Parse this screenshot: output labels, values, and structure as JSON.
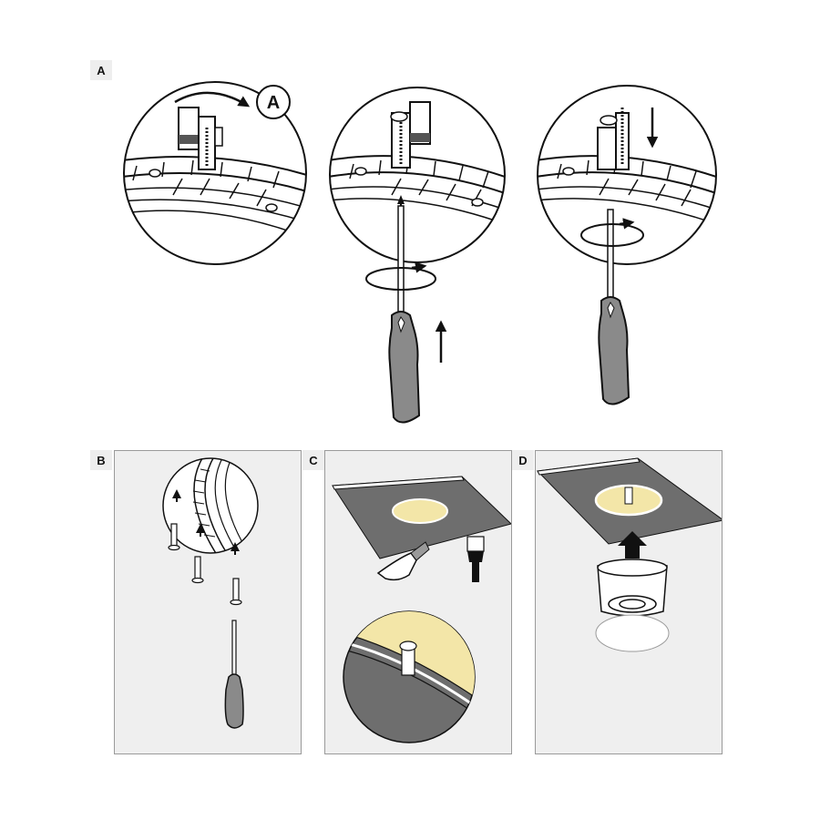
{
  "steps": {
    "a": {
      "tag": "A",
      "callout_label": "A"
    },
    "b": {
      "tag": "B"
    },
    "c": {
      "tag": "C"
    },
    "d": {
      "tag": "D"
    }
  },
  "colors": {
    "ceiling": "#6e6e6e",
    "cutout": "#f3e6a8",
    "handle": "#8a8a8a",
    "panel_bg": "#efefef",
    "line": "#111111"
  },
  "icons": [
    "screwdriver-icon",
    "rotate-arrow-icon",
    "up-arrow-icon",
    "down-arrow-icon",
    "screw-icon",
    "paint-brush-icon",
    "hand-icon"
  ]
}
